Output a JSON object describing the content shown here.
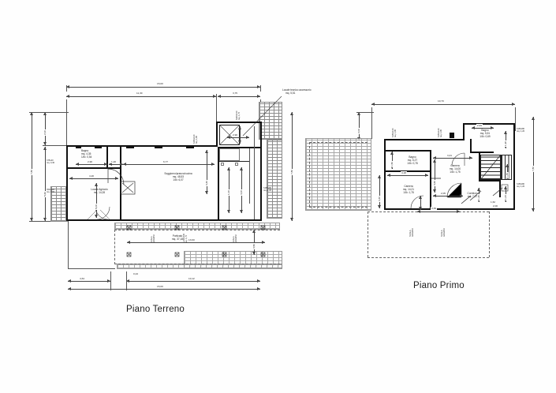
{
  "sheet": {
    "background": "#fefefe",
    "line_color": "#222222"
  },
  "titles": {
    "ground_floor": "Piano Terreno",
    "first_floor": "Piano Primo"
  },
  "ground_floor": {
    "name": "Piano Terreno",
    "rooms": [
      {
        "name": "Bagno",
        "area": "mq. 4,35",
        "ratio": "1/8= 0,54"
      },
      {
        "name": "Locale Agricolo",
        "area": "mq. 14,28",
        "ratio": ""
      },
      {
        "name": "Soggiorno/pranzo/cucina",
        "area": "mq. 48,53",
        "ratio": "1/8= 6,07"
      },
      {
        "name": "Porticato",
        "area": "mq. 37,18",
        "ratio": ""
      }
    ],
    "annotations": [
      {
        "text": "Locale tecnico accessorio",
        "sub": "mq. 5,51"
      }
    ],
    "openings": [
      {
        "label": "h75x40",
        "area": "mq. 0,30"
      },
      {
        "label": "h50x120",
        "area": "mq. 0,60"
      },
      {
        "label": "h150x120",
        "area": "mq. 1,80"
      },
      {
        "label": "h150x80",
        "area": "mq. 1,20"
      },
      {
        "label": "h220x120",
        "area": "mq. 1,75"
      }
    ],
    "dimensions": {
      "top_overall": "15,00",
      "top_left": "11,30",
      "top_right": "3,75",
      "left_overall": "7,80",
      "left_upper": "2,00",
      "left_lower": "5,60",
      "right_overall": "7,80",
      "right_upper": "1,70",
      "bottom_overall": "15,00",
      "bottom_left": "4,64",
      "bottom_small": "0,24",
      "bottom_right": "10,12",
      "portico_width": "13,60",
      "portico_depth": "3,50",
      "interior": [
        "2,90",
        "4,20",
        "1,20",
        "6,77",
        "2,90",
        "1,00",
        "4,00",
        "5,00",
        "3,40",
        "1,10"
      ]
    }
  },
  "first_floor": {
    "name": "Piano Primo",
    "rooms": [
      {
        "name": "Bagno",
        "area": "mq. 6,27",
        "ratio": "1/8= 0,78"
      },
      {
        "name": "Camera",
        "area": "mq. 14,21",
        "ratio": "1/8= 1,78"
      },
      {
        "name": "Camera",
        "area": "mq. 14,00",
        "ratio": "1/8= 1,75"
      },
      {
        "name": "Bagno",
        "area": "mq. 5,51",
        "ratio": "1/8= 0,69"
      },
      {
        "name": "Corridoio",
        "area": "mq. 7,37",
        "ratio": ""
      }
    ],
    "openings": [
      {
        "label": "h150x120",
        "area": "mq. 1,80"
      },
      {
        "label": "h150x120",
        "area": "mq. 1,80"
      },
      {
        "label": "h150x80",
        "area": "mq. 1,20"
      },
      {
        "label": "h150x80",
        "area": "mq. 1,20"
      },
      {
        "label": "h150x80",
        "area": "mq. 1,20"
      }
    ],
    "dimensions": {
      "top_overall": "10,70",
      "left_upper": "2,00",
      "right_overall": "7,80",
      "interior": [
        "2,91",
        "3,41",
        "4,18",
        "2,05",
        "3,39",
        "1,50",
        "3,40",
        "3,60",
        "1,45",
        "1,90",
        "1,00",
        "1,20",
        "1,62",
        "2,00"
      ]
    }
  }
}
